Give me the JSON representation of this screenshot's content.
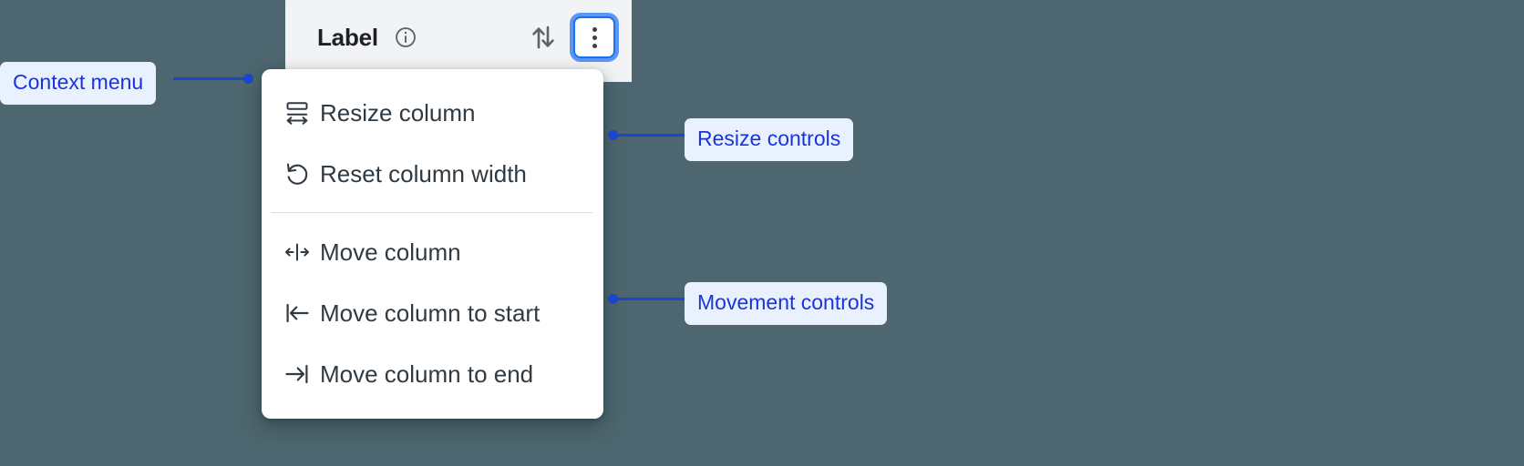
{
  "background_color": "#4d666f",
  "accent_color": "#1a45d0",
  "callout_bg_color": "#eaf1fe",
  "focus_ring_color": "#1a73e8",
  "column_header": {
    "title": "Label",
    "info_icon": "info-circle-icon",
    "sort_icon": "sort-up-down-icon",
    "kebab_icon": "more-vertical-icon"
  },
  "context_menu": {
    "groups": [
      {
        "name": "resize-controls",
        "items": [
          {
            "icon": "resize-column-icon",
            "label": "Resize column"
          },
          {
            "icon": "reset-width-icon",
            "label": "Reset column width"
          }
        ]
      },
      {
        "name": "movement-controls",
        "items": [
          {
            "icon": "move-column-icon",
            "label": "Move column"
          },
          {
            "icon": "move-to-start-icon",
            "label": "Move column to start"
          },
          {
            "icon": "move-to-end-icon",
            "label": "Move column to end"
          }
        ]
      }
    ]
  },
  "annotations": [
    {
      "id": "context-menu",
      "label": "Context menu"
    },
    {
      "id": "resize-controls",
      "label": "Resize controls"
    },
    {
      "id": "movement-controls",
      "label": "Movement controls"
    }
  ]
}
